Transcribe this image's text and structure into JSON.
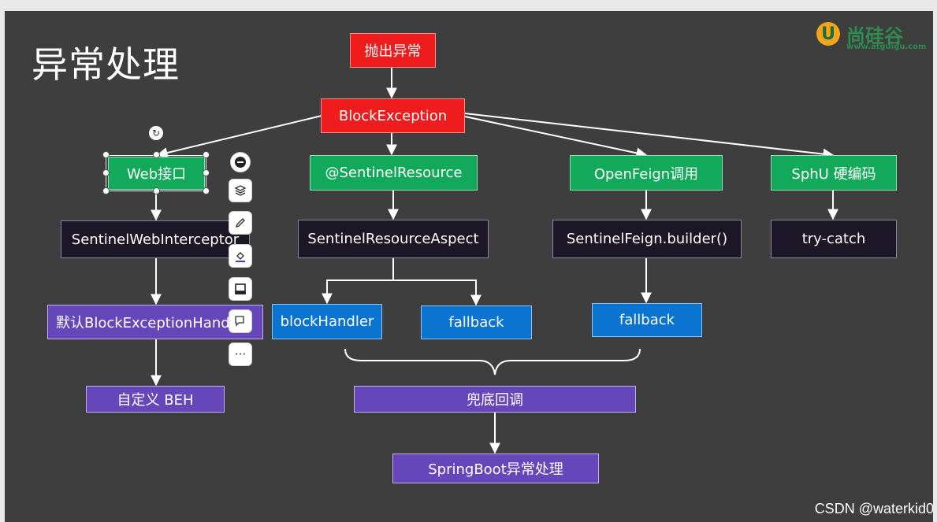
{
  "slide": {
    "title": "异常处理",
    "logo": {
      "letter": "U",
      "name": "尚硅谷",
      "url": "www.atguigu.com"
    },
    "watermark": "CSDN @waterkid0"
  },
  "nodes": {
    "throw": "抛出异常",
    "block_exception": "BlockException",
    "web": "Web接口",
    "sentinel_resource": "@SentinelResource",
    "openfeign": "OpenFeign调用",
    "sphu": "SphU 硬编码",
    "web_interceptor": "SentinelWebInterceptor",
    "resource_aspect": "SentinelResourceAspect",
    "feign_builder": "SentinelFeign.builder()",
    "try_catch": "try-catch",
    "default_handler": "默认BlockExceptionHandler",
    "block_handler": "blockHandler",
    "fallback_1": "fallback",
    "fallback_2": "fallback",
    "custom_beh": "自定义 BEH",
    "bottom_callback": "兜底回调",
    "springboot": "SpringBoot异常处理"
  },
  "toolbar": {
    "icons": [
      "minus-icon",
      "layers-icon",
      "pen-icon",
      "fill-icon",
      "frame-icon",
      "comment-icon",
      "more-icon"
    ],
    "more_label": "···"
  },
  "colors": {
    "background": "#3e3e3e",
    "red": "#ee1c1c",
    "green": "#12a95a",
    "dark": "#1c1727",
    "purple": "#6547b9",
    "blue": "#0b74d0"
  }
}
